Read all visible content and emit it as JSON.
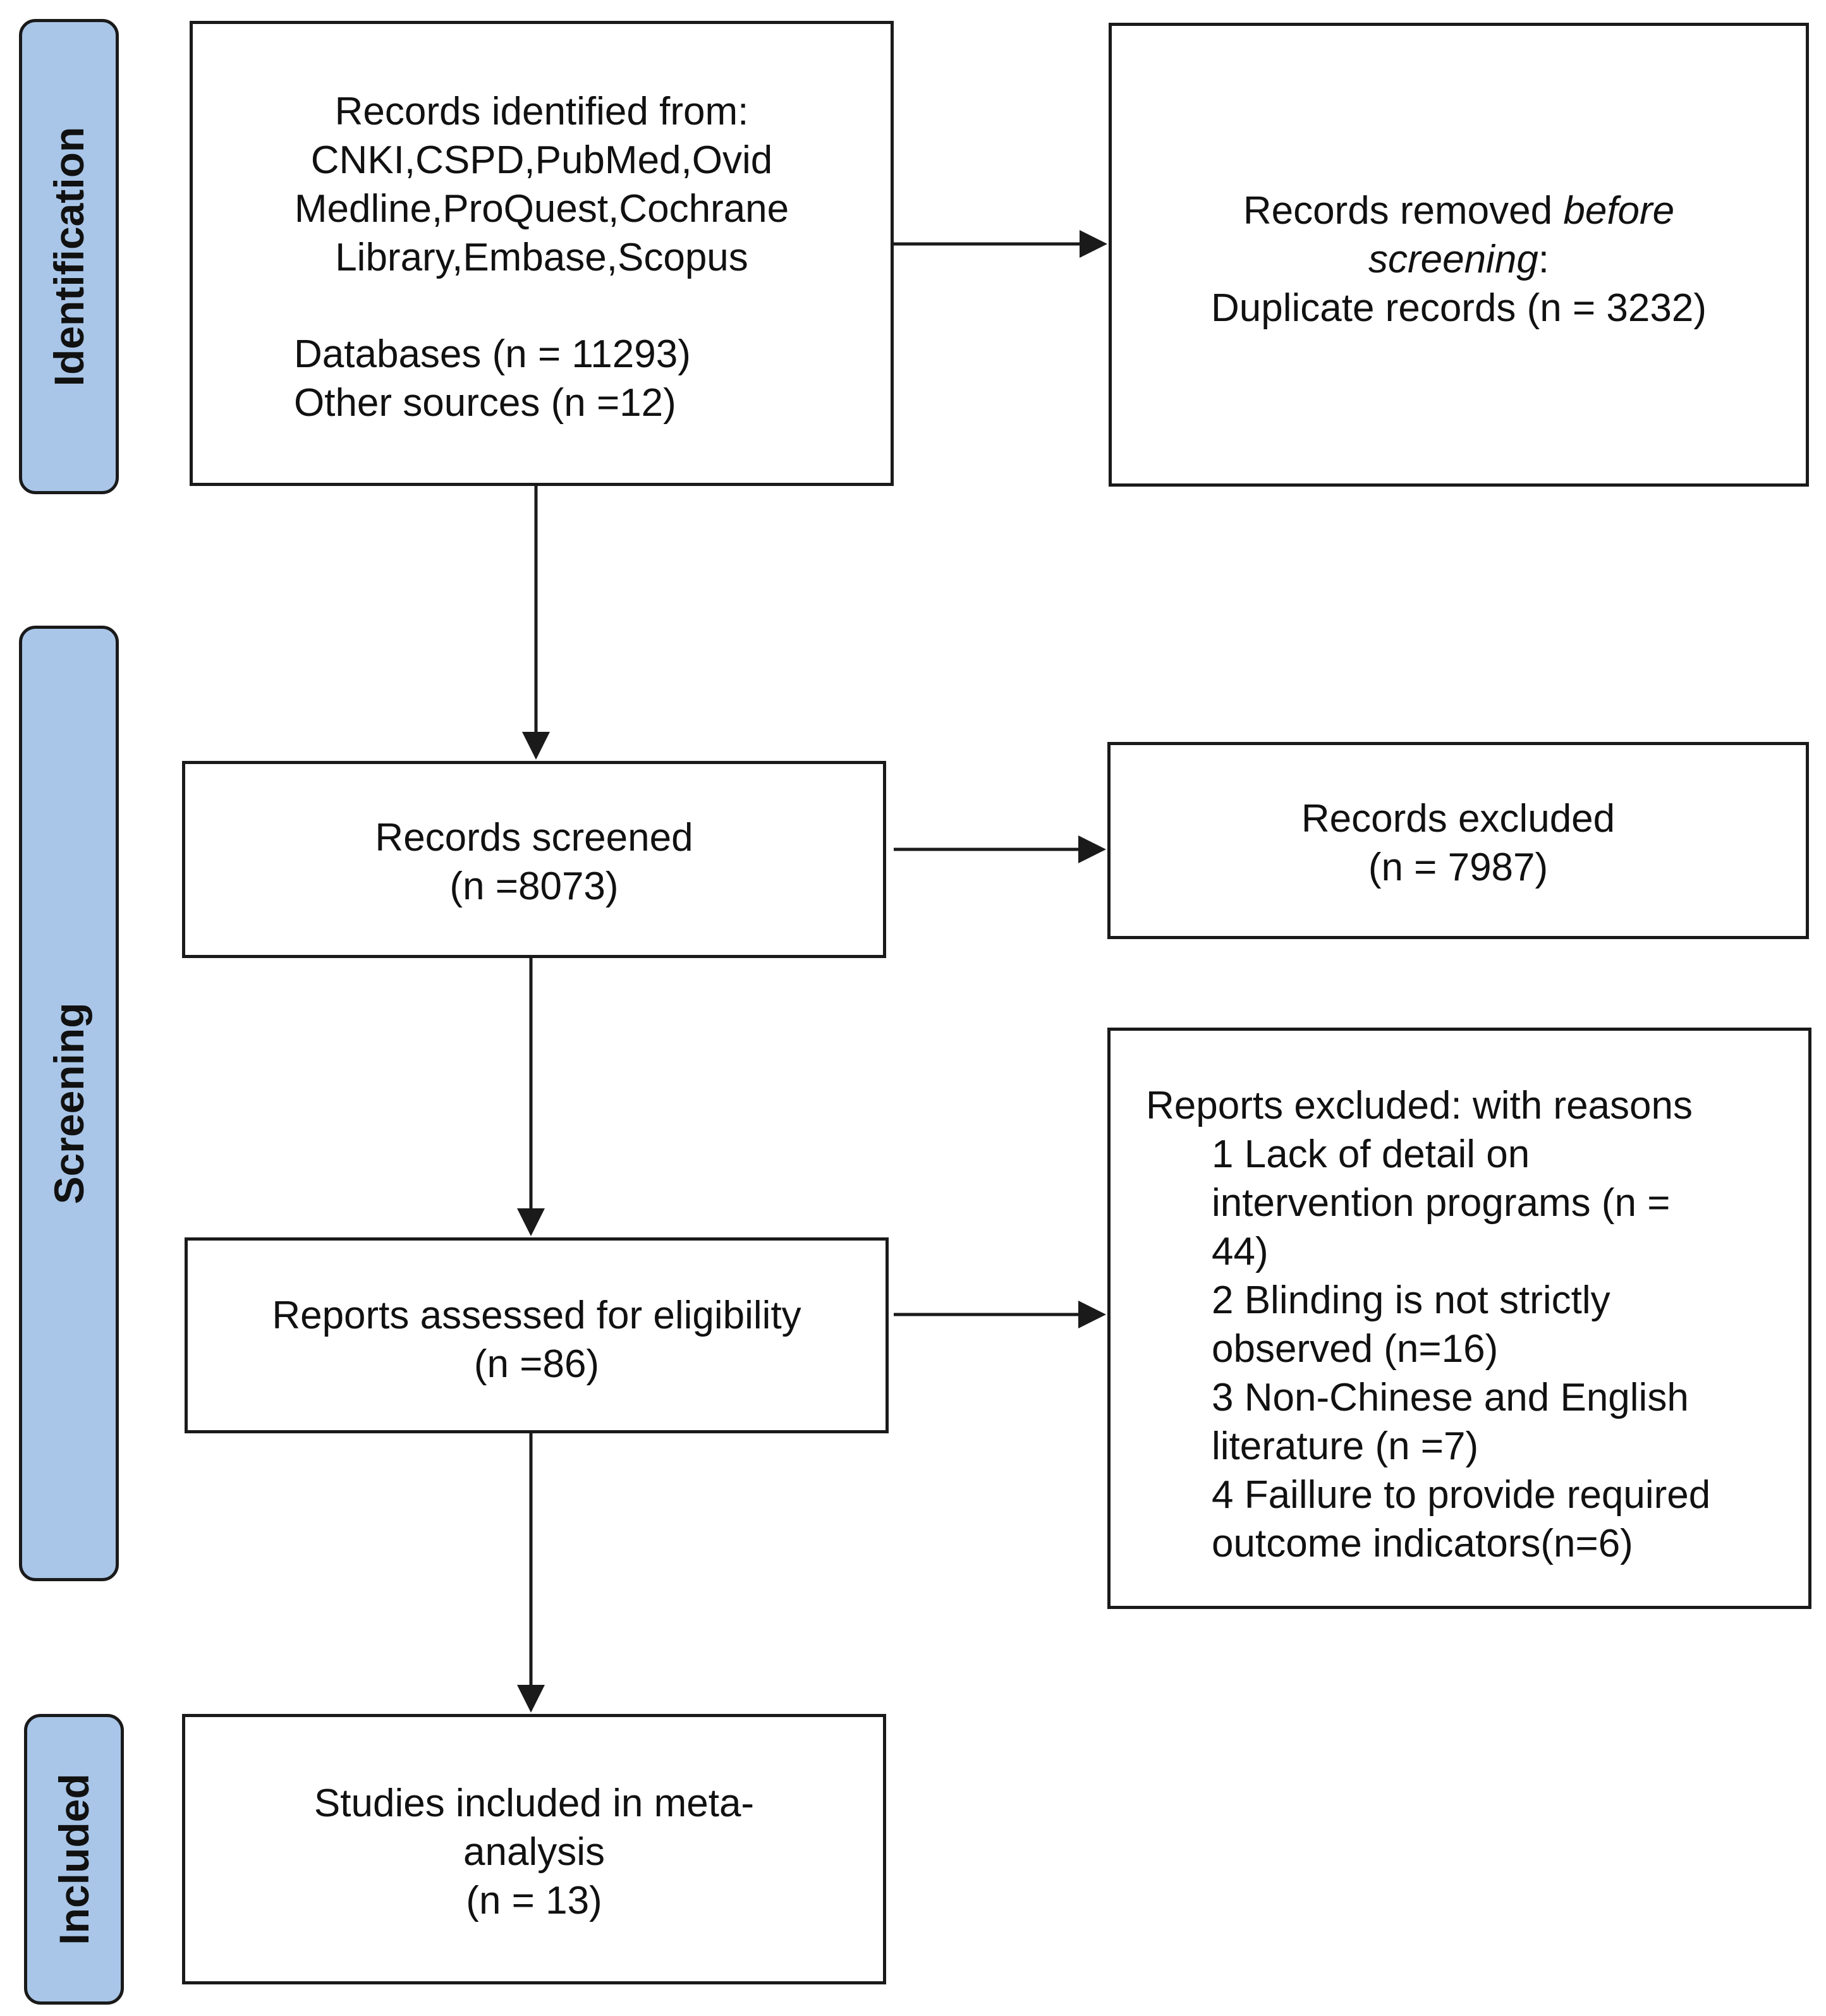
{
  "phases": {
    "identification": "Identification",
    "screening": "Screening",
    "included": "Included"
  },
  "identified": {
    "line1": "Records identified from:",
    "line2": "CNKI,CSPD,PubMed,Ovid",
    "line3": "Medline,ProQuest,Cochrane",
    "line4": "Library,Embase,Scopus",
    "databases": "Databases (n = 11293)",
    "other_sources": "Other sources (n =12)"
  },
  "removed": {
    "prefix": "Records removed ",
    "italic_before": "before",
    "italic_screening": "screening",
    "colon": ":",
    "duplicates": "Duplicate records (n = 3232)"
  },
  "screened": {
    "label": "Records screened",
    "count": "(n =8073)"
  },
  "excluded": {
    "label": "Records excluded",
    "count": "(n = 7987)"
  },
  "assessed": {
    "label": "Reports assessed for eligibility",
    "count": "(n =86)"
  },
  "reports_excluded": {
    "heading": "Reports excluded: with reasons",
    "lines": [
      "1 Lack of detail on",
      "intervention programs (n =",
      "44)",
      "2 Blinding is not strictly",
      "observed (n=16)",
      "3 Non-Chinese and English",
      "literature (n =7)",
      "4 Faillure to provide required",
      "outcome indicators(n=6)"
    ]
  },
  "included": {
    "line1": "Studies included in meta-",
    "line2": "analysis",
    "count": "(n = 13)"
  }
}
